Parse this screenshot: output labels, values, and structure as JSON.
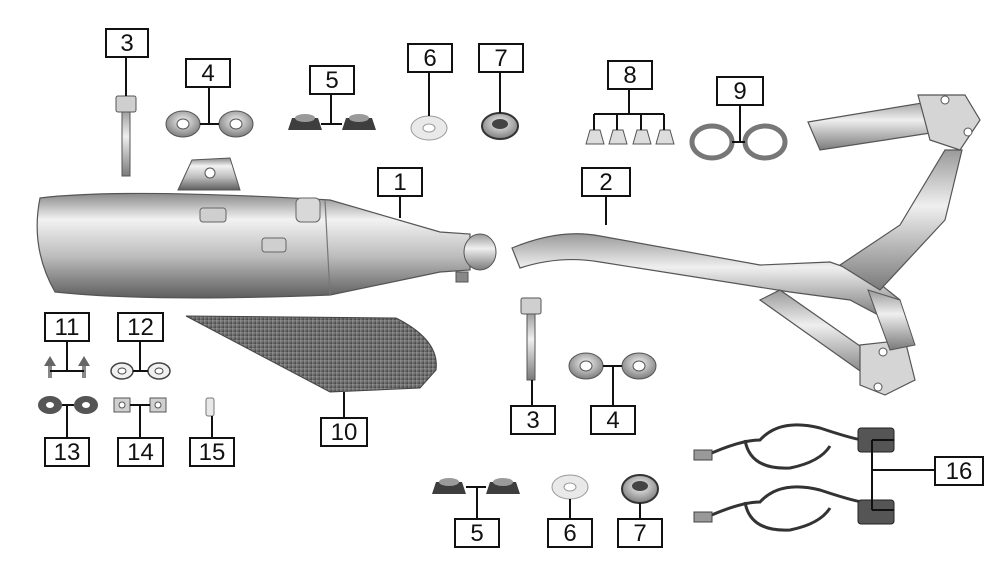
{
  "callouts": {
    "c1": "1",
    "c2": "2",
    "c3a": "3",
    "c3b": "3",
    "c4a": "4",
    "c4b": "4",
    "c5a": "5",
    "c5b": "5",
    "c6a": "6",
    "c6b": "6",
    "c7a": "7",
    "c7b": "7",
    "c8": "8",
    "c9": "9",
    "c10": "10",
    "c11": "11",
    "c12": "12",
    "c13": "13",
    "c14": "14",
    "c15": "15",
    "c16": "16"
  },
  "colors": {
    "metal_light": "#e6e6e6",
    "metal_mid": "#b5b5b5",
    "metal_dark": "#6e6e6e",
    "cover_dark": "#5a5a5a",
    "line": "#111111"
  }
}
